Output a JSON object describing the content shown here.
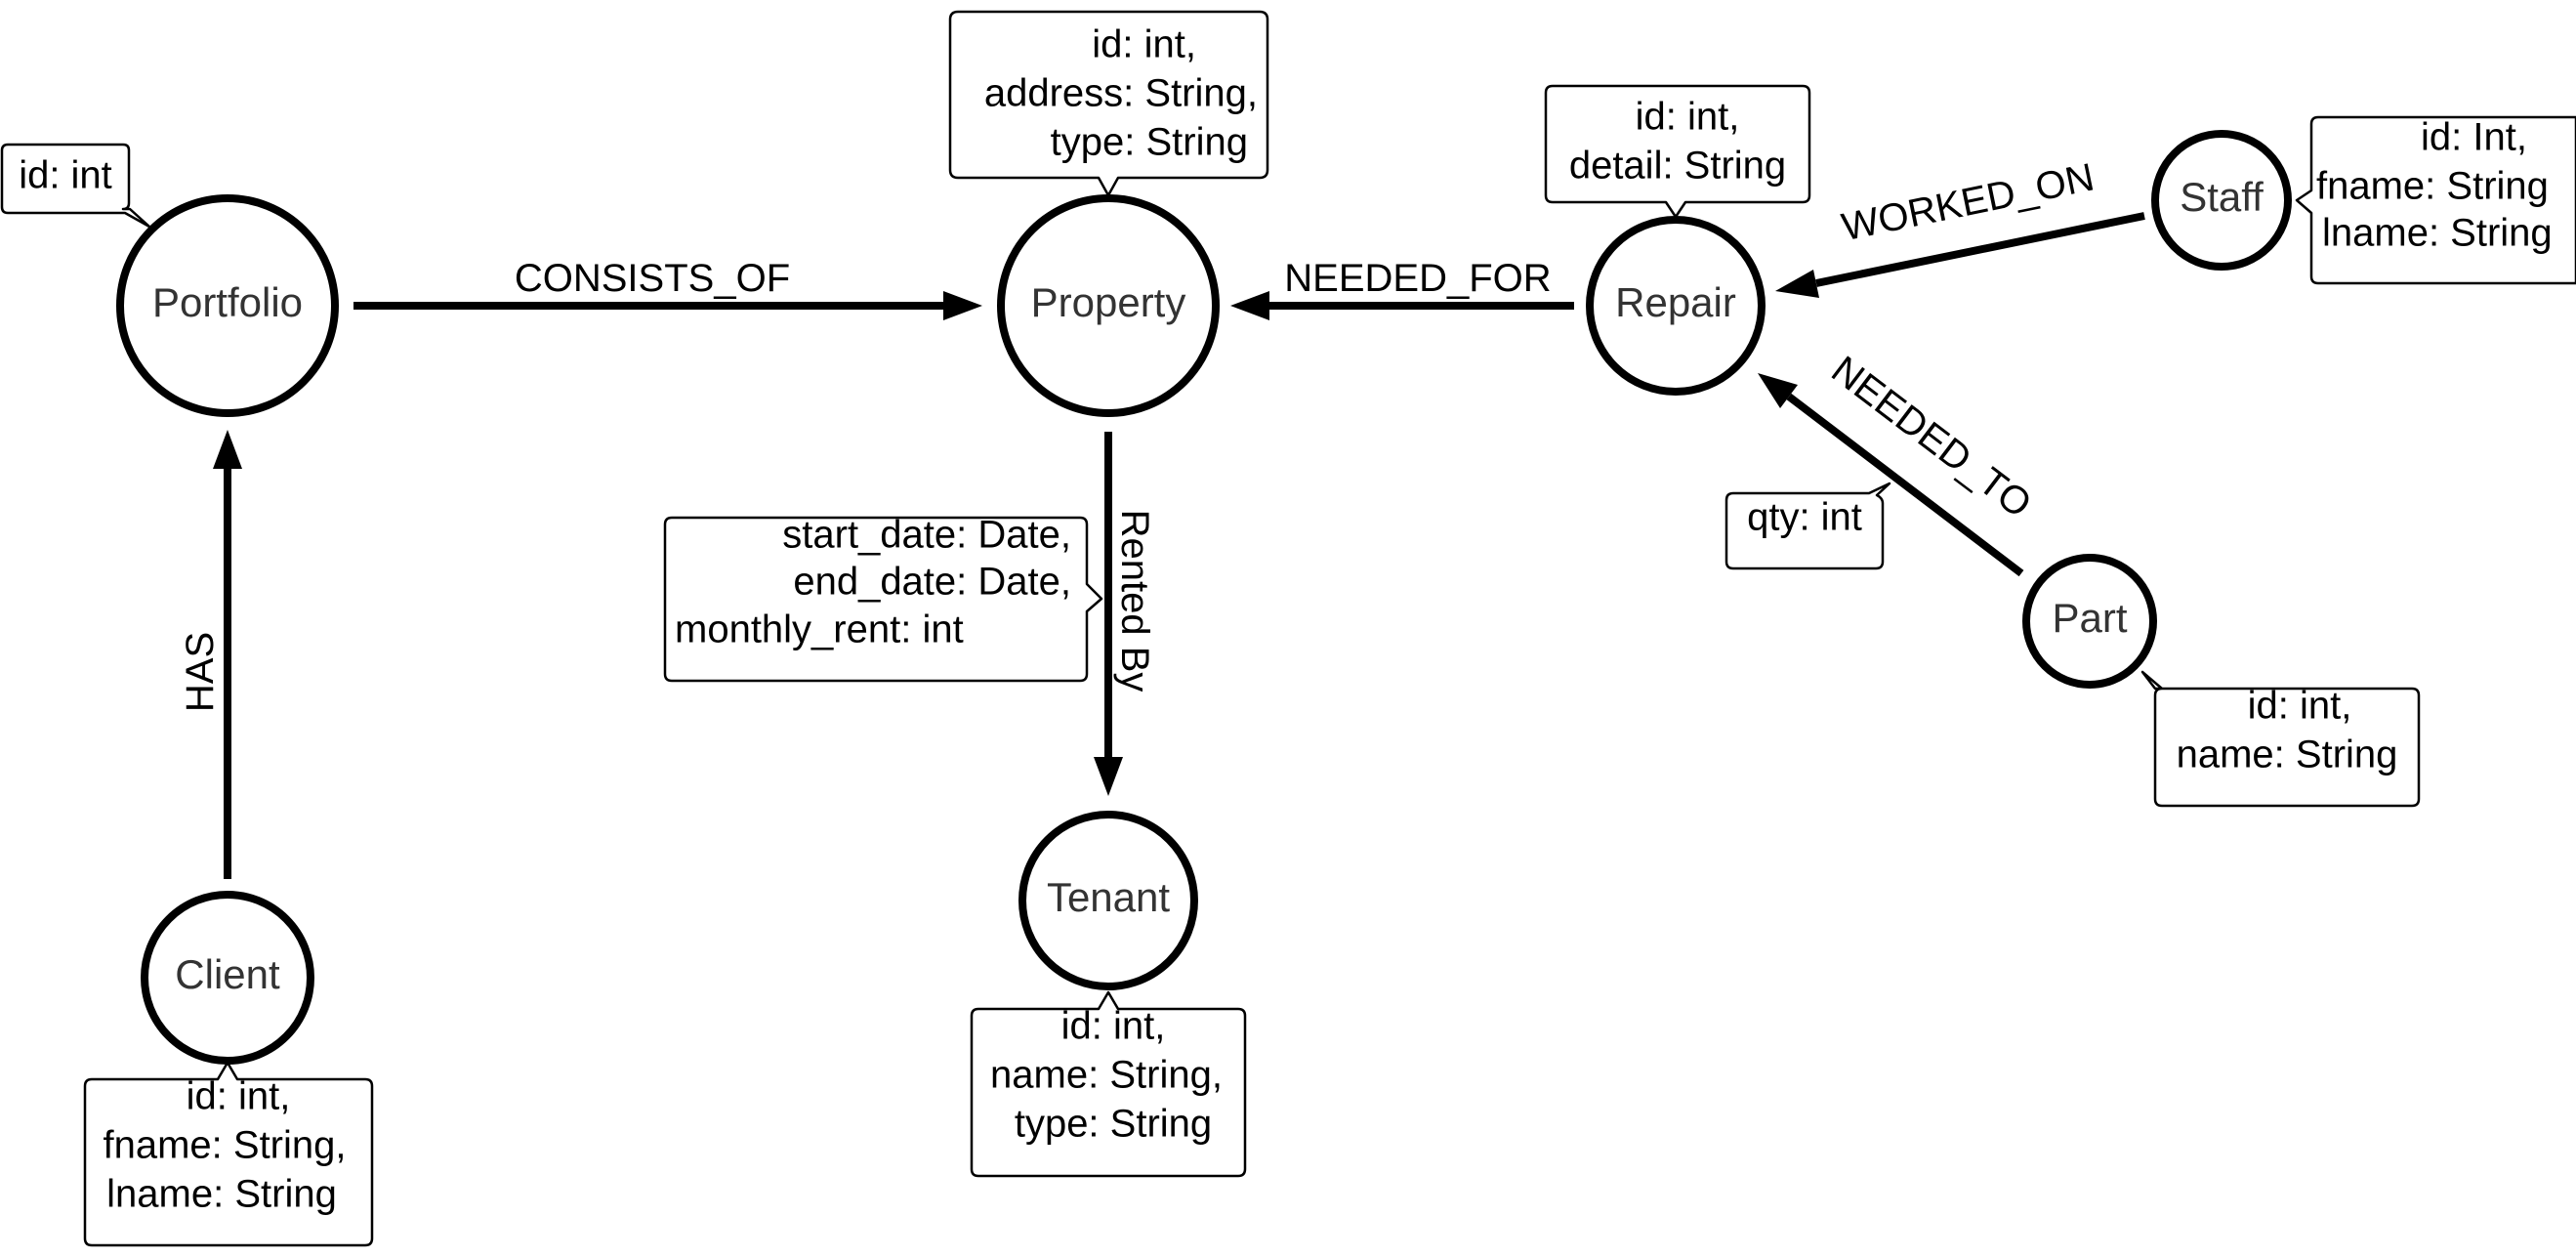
{
  "nodes": {
    "portfolio": {
      "label": "Portfolio",
      "props": [
        "id: int"
      ]
    },
    "property": {
      "label": "Property",
      "props": [
        "id: int,",
        "address: String,",
        "type: String"
      ]
    },
    "repair": {
      "label": "Repair",
      "props": [
        "id: int,",
        "detail: String"
      ]
    },
    "staff": {
      "label": "Staff",
      "props": [
        "id: Int,",
        "fname: String",
        "lname: String"
      ]
    },
    "part": {
      "label": "Part",
      "props": [
        "id: int,",
        "name: String"
      ]
    },
    "tenant": {
      "label": "Tenant",
      "props": [
        "id: int,",
        "name: String,",
        "type: String"
      ]
    },
    "client": {
      "label": "Client",
      "props": [
        "id: int,",
        "fname: String,",
        "lname: String"
      ]
    }
  },
  "edges": {
    "consists_of": {
      "label": "CONSISTS_OF"
    },
    "needed_for": {
      "label": "NEEDED_FOR"
    },
    "worked_on": {
      "label": "WORKED_ON"
    },
    "needed_to": {
      "label": "NEEDED_TO",
      "props": [
        "qty: int"
      ]
    },
    "rented_by": {
      "label": "Rented By",
      "props": [
        "start_date: Date,",
        "end_date: Date,",
        "monthly_rent: int"
      ]
    },
    "has": {
      "label": "HAS"
    }
  }
}
